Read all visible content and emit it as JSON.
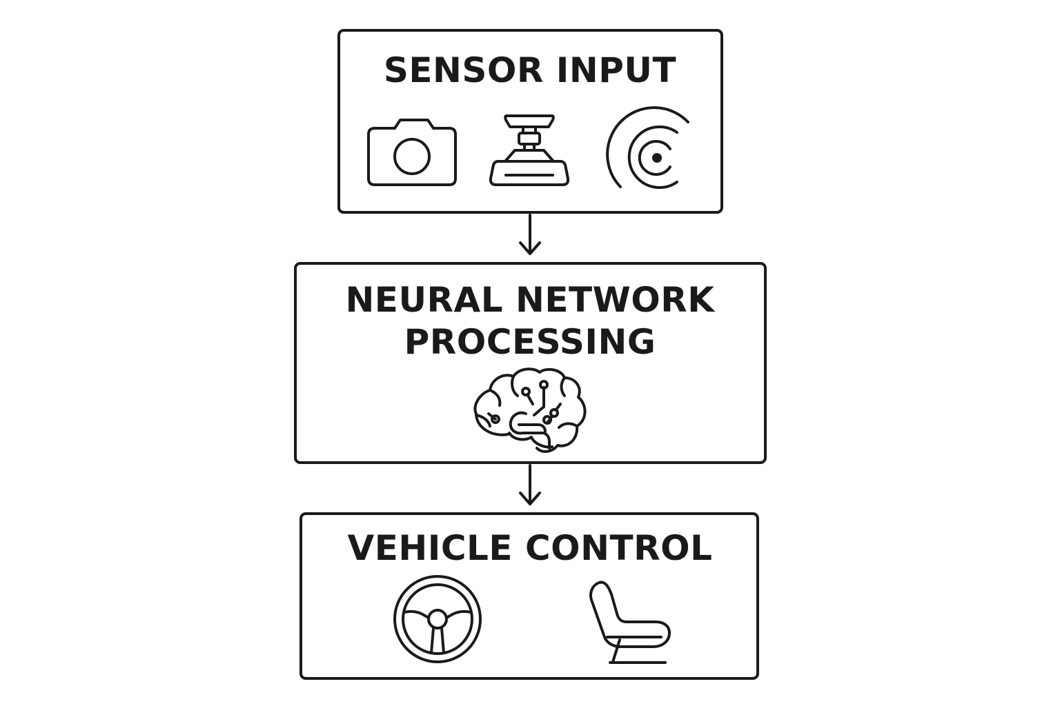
{
  "steps": {
    "sensor_input": {
      "title": "SENSOR INPUT",
      "icons": [
        "camera-icon",
        "lidar-icon",
        "radar-icon"
      ]
    },
    "neural_network": {
      "title_line1": "NEURAL NETWORK",
      "title_line2": "PROCESSING",
      "icons": [
        "brain-circuit-icon"
      ]
    },
    "vehicle_control": {
      "title": "VEHICLE CONTROL",
      "icons": [
        "steering-wheel-icon",
        "car-seat-icon"
      ]
    }
  },
  "colors": {
    "stroke": "#1a1a1a",
    "background": "#ffffff"
  }
}
